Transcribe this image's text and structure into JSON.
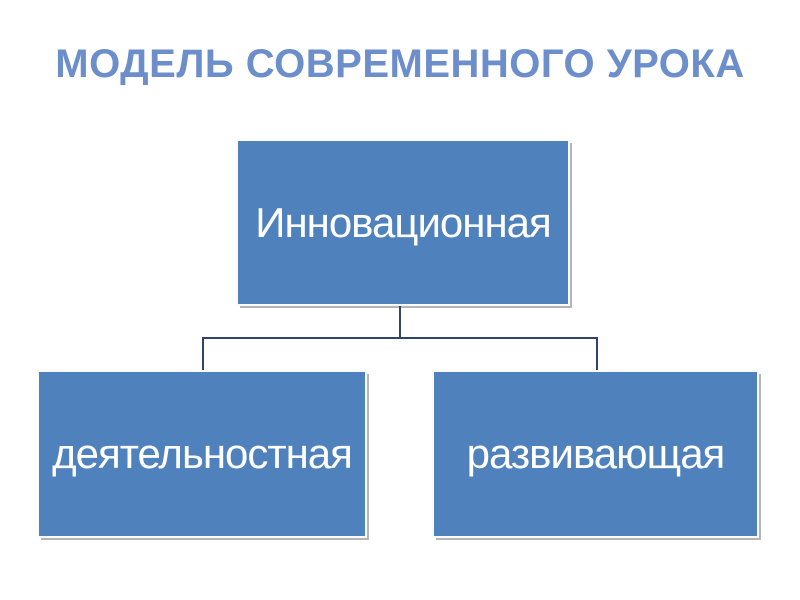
{
  "slide": {
    "title": "МОДЕЛЬ СОВРЕМЕННОГО УРОКА",
    "diagram": {
      "type": "hierarchy",
      "root": {
        "label": "Инновационная"
      },
      "children": [
        {
          "label": "деятельностная"
        },
        {
          "label": "развивающая"
        }
      ]
    },
    "colors": {
      "background": "#ffffff",
      "title": "#6c8ecb",
      "node_fill": "#4f81bd",
      "node_text": "#ffffff",
      "connector": "#2f4468",
      "shadow": "#b5b5b5"
    }
  }
}
